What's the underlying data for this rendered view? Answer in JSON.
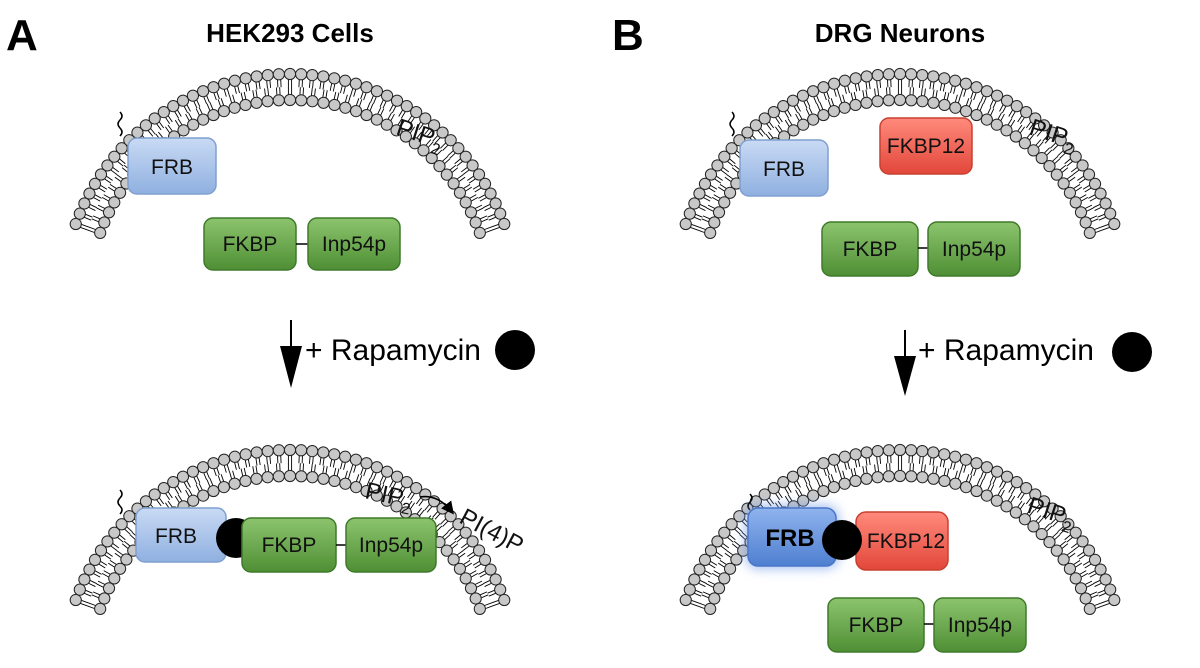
{
  "panels": {
    "a": {
      "letter": "A",
      "title": "HEK293 Cells",
      "before": {
        "frb": "FRB",
        "fkbp": "FKBP",
        "enzyme": "Inp54p",
        "lipid": "PIP",
        "lipid_sub": "2"
      },
      "step": "+ Rapamycin",
      "after": {
        "frb": "FRB",
        "fkbp": "FKBP",
        "enzyme": "Inp54p",
        "lipid": "PIP",
        "lipid_sub": "2",
        "product": "PI(4)P"
      }
    },
    "b": {
      "letter": "B",
      "title": "DRG Neurons",
      "before": {
        "frb": "FRB",
        "fkbp12": "FKBP12",
        "fkbp": "FKBP",
        "enzyme": "Inp54p",
        "lipid": "PIP",
        "lipid_sub": "2"
      },
      "step": "+ Rapamycin",
      "after": {
        "frb": "FRB",
        "fkbp12": "FKBP12",
        "fkbp": "FKBP",
        "enzyme": "Inp54p",
        "lipid": "PIP",
        "lipid_sub": "2"
      }
    }
  },
  "colors": {
    "frb_fill": "#a9c4ea",
    "frb_stroke": "#7f9fcf",
    "frb_bright": "#6f99dd",
    "fkbp_fill": "#6aa84f",
    "fkbp_stroke": "#3f7a2a",
    "fkbp12_fill": "#f0675a",
    "fkbp12_stroke": "#c84030",
    "lipid_head": "#c8c8c8",
    "rapamycin": "#000000"
  }
}
